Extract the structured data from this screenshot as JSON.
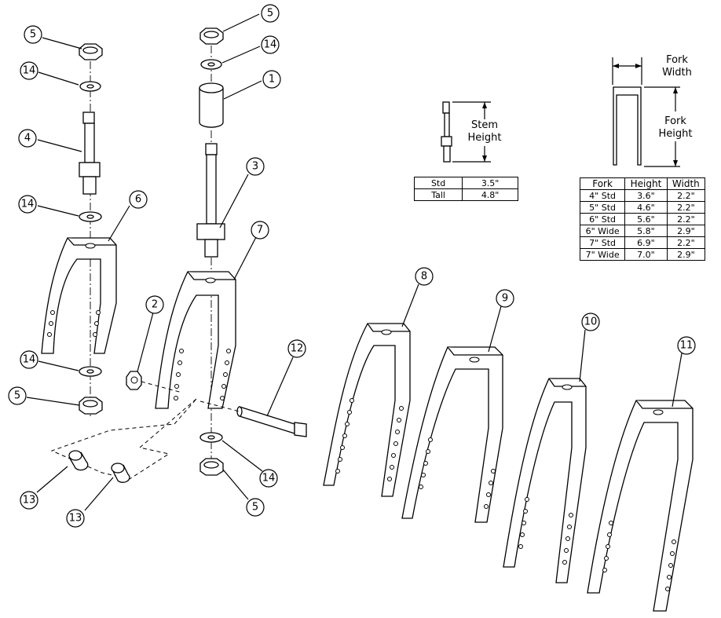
{
  "callouts": [
    "1",
    "2",
    "3",
    "4",
    "5",
    "6",
    "7",
    "8",
    "9",
    "10",
    "11",
    "12",
    "13",
    "14"
  ],
  "stem_diagram": {
    "label_line1": "Stem",
    "label_line2": "Height"
  },
  "fork_diagram": {
    "width_line1": "Fork",
    "width_line2": "Width",
    "height_line1": "Fork",
    "height_line2": "Height"
  },
  "stem_table": {
    "rows": [
      {
        "type": "Std",
        "height": "3.5\""
      },
      {
        "type": "Tall",
        "height": "4.8\""
      }
    ]
  },
  "fork_table": {
    "headers": [
      "Fork",
      "Height",
      "Width"
    ],
    "rows": [
      {
        "fork": "4\" Std",
        "height": "3.6\"",
        "width": "2.2\""
      },
      {
        "fork": "5\" Std",
        "height": "4.6\"",
        "width": "2.2\""
      },
      {
        "fork": "6\" Std",
        "height": "5.6\"",
        "width": "2.2\""
      },
      {
        "fork": "6\" Wide",
        "height": "5.8\"",
        "width": "2.9\""
      },
      {
        "fork": "7\" Std",
        "height": "6.9\"",
        "width": "2.2\""
      },
      {
        "fork": "7\" Wide",
        "height": "7.0\"",
        "width": "2.9\""
      }
    ]
  }
}
